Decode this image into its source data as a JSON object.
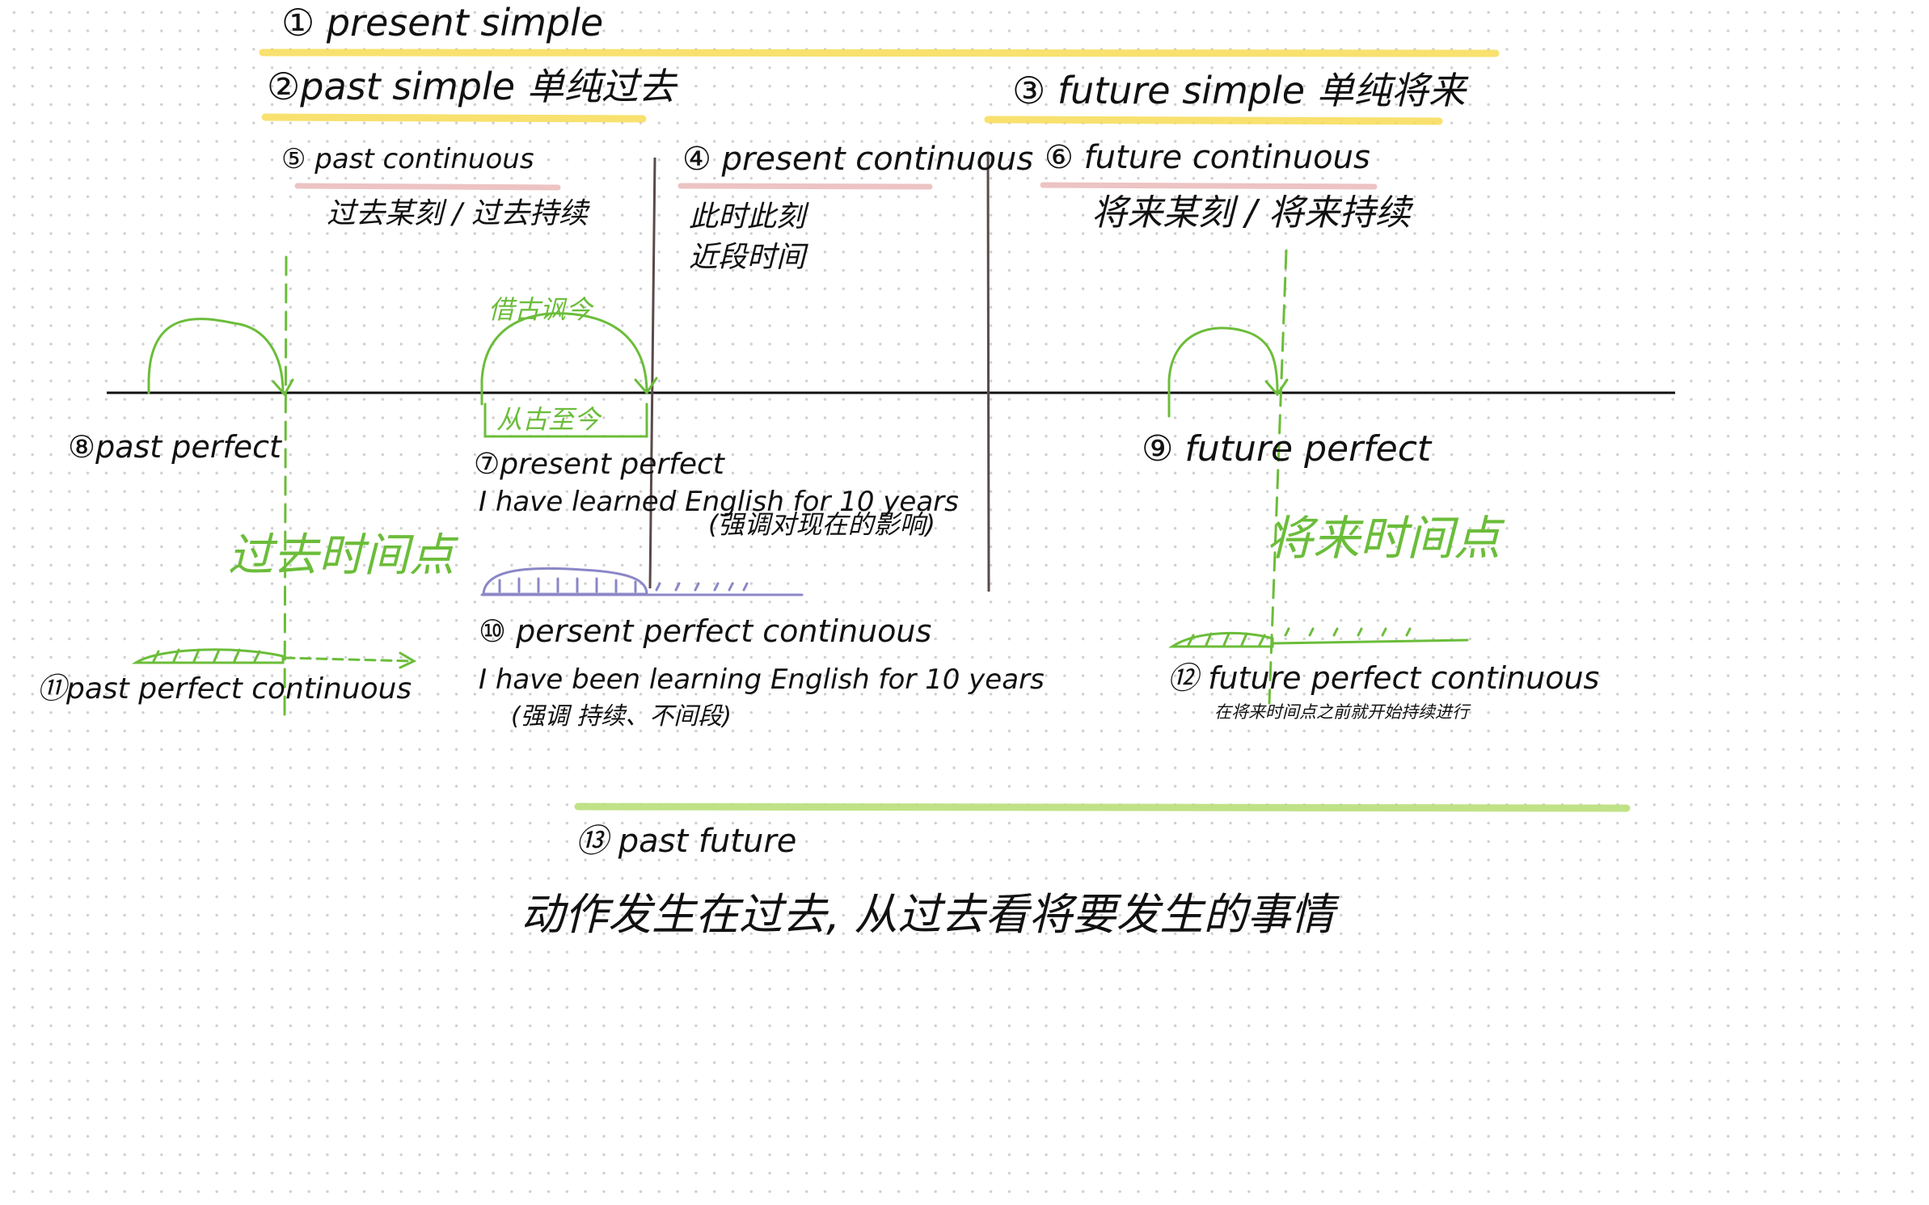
{
  "colors": {
    "ink": "#111111",
    "green": "#6bbd3a",
    "yellow_highlight": "#f7dc55",
    "pink_highlight": "#e8b4b4",
    "lime_highlight": "#b9df7a",
    "purple": "#8b87c7",
    "divider": "#5a4a4a"
  },
  "headings": {
    "present_simple": "① present simple",
    "past_simple": "②past simple 单纯过去",
    "future_simple": "③ future simple 单纯将来",
    "past_continuous": "⑤ past continuous",
    "past_continuous_note": "过去某刻 / 过去持续",
    "present_continuous": "④ present continuous",
    "present_continuous_note_1": "此时此刻",
    "present_continuous_note_2": "近段时间",
    "future_continuous": "⑥ future continuous",
    "future_continuous_note": "将来某刻 / 将来持续"
  },
  "timeline": {
    "past_perfect": "⑧past perfect",
    "past_time_point": "过去时间点",
    "present_perfect_top": "借古讽今",
    "present_perfect_bottom": "从古至今",
    "present_perfect": "⑦present perfect",
    "present_perfect_example": "I have learned English for 10 years",
    "present_perfect_note": "(强调对现在的影响)",
    "future_perfect": "⑨ future perfect",
    "future_time_point": "将来时间点",
    "past_perfect_continuous": "⑪past perfect continuous",
    "present_perfect_continuous": "⑩ persent perfect continuous",
    "present_perfect_continuous_example": "I have been learning English for 10 years",
    "present_perfect_continuous_note": "(强调 持续、不间段)",
    "future_perfect_continuous": "⑫ future perfect continuous",
    "future_perfect_continuous_note": "在将来时间点之前就开始持续进行"
  },
  "bottom": {
    "past_future": "⑬ past future",
    "past_future_note": "动作发生在过去, 从过去看将要发生的事情"
  }
}
